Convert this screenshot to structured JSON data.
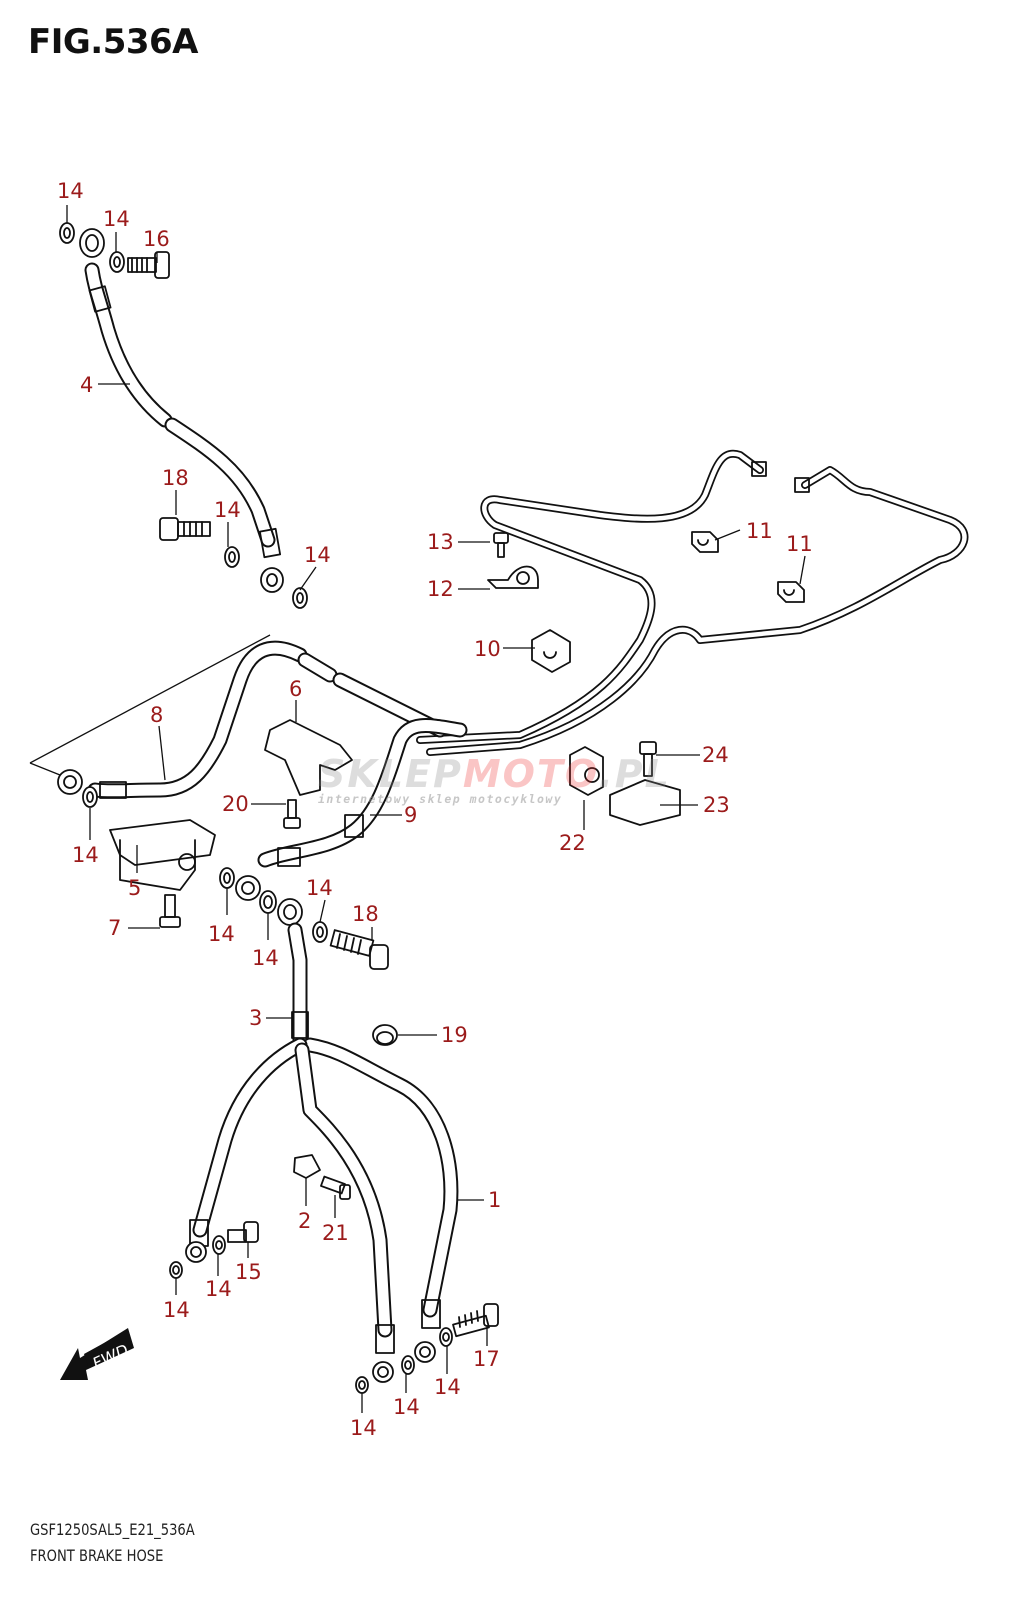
{
  "figure": {
    "title": "FIG.536A",
    "model_code": "GSF1250SAL5_E21_536A",
    "section_name": "FRONT BRAKE HOSE"
  },
  "colors": {
    "callout": "#9b1b1b",
    "line": "#111111",
    "background": "#ffffff"
  },
  "watermark": {
    "brand_gray": "SKLEP",
    "brand_red": "MOTO",
    "brand_tail": ".PL",
    "tagline": "internetowy sklep motocyklowy"
  },
  "fwd_indicator": {
    "label": "FWD"
  },
  "callouts": [
    {
      "number": "14",
      "part": "washer"
    },
    {
      "number": "14",
      "part": "washer"
    },
    {
      "number": "16",
      "part": "union-bolt"
    },
    {
      "number": "4",
      "part": "brake-hose"
    },
    {
      "number": "18",
      "part": "union-bolt"
    },
    {
      "number": "14",
      "part": "washer"
    },
    {
      "number": "14",
      "part": "washer"
    },
    {
      "number": "13",
      "part": "bolt"
    },
    {
      "number": "11",
      "part": "clamp"
    },
    {
      "number": "11",
      "part": "clamp"
    },
    {
      "number": "12",
      "part": "clamp"
    },
    {
      "number": "10",
      "part": "grommet"
    },
    {
      "number": "6",
      "part": "bracket"
    },
    {
      "number": "8",
      "part": "brake-hose"
    },
    {
      "number": "24",
      "part": "bolt"
    },
    {
      "number": "20",
      "part": "bolt"
    },
    {
      "number": "9",
      "part": "brake-hose"
    },
    {
      "number": "23",
      "part": "bracket"
    },
    {
      "number": "22",
      "part": "clamp"
    },
    {
      "number": "14",
      "part": "washer"
    },
    {
      "number": "5",
      "part": "joint"
    },
    {
      "number": "14",
      "part": "washer"
    },
    {
      "number": "18",
      "part": "union-bolt"
    },
    {
      "number": "7",
      "part": "bolt"
    },
    {
      "number": "14",
      "part": "washer"
    },
    {
      "number": "14",
      "part": "washer"
    },
    {
      "number": "3",
      "part": "brake-hose"
    },
    {
      "number": "19",
      "part": "clamp"
    },
    {
      "number": "1",
      "part": "brake-hose"
    },
    {
      "number": "2",
      "part": "clamp"
    },
    {
      "number": "21",
      "part": "bolt"
    },
    {
      "number": "15",
      "part": "union-bolt"
    },
    {
      "number": "14",
      "part": "washer"
    },
    {
      "number": "14",
      "part": "washer"
    },
    {
      "number": "17",
      "part": "union-bolt"
    },
    {
      "number": "14",
      "part": "washer"
    },
    {
      "number": "14",
      "part": "washer"
    },
    {
      "number": "14",
      "part": "washer"
    }
  ]
}
